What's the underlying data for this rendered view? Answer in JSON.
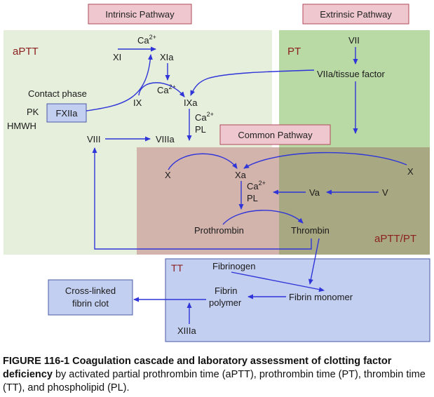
{
  "headers": {
    "intrinsic": "Intrinsic Pathway",
    "extrinsic": "Extrinsic Pathway",
    "common": "Common Pathway"
  },
  "regions": {
    "aptt": "aPTT",
    "pt": "PT",
    "aptt_pt": "aPTT/PT",
    "tt": "TT"
  },
  "nodes": {
    "xi": "XI",
    "xia": "XIa",
    "ca_1": "Ca",
    "ca_2": "Ca",
    "ca_3": "Ca",
    "ca_4": "Ca",
    "sup": "2+",
    "vii": "VII",
    "viia_tf": "VIIa/tissue factor",
    "contact_phase": "Contact phase",
    "pk": "PK",
    "hmwh": "HMWH",
    "fxiia": "FXIIa",
    "ix": "IX",
    "ixa": "IXa",
    "pl_1": "PL",
    "pl_2": "PL",
    "viii": "VIII",
    "viiia": "VIIIa",
    "x_left": "X",
    "xa": "Xa",
    "x_right": "X",
    "va": "Va",
    "v": "V",
    "prothrombin": "Prothrombin",
    "thrombin": "Thrombin",
    "fibrinogen": "Fibrinogen",
    "fibrin_monomer": "Fibrin monomer",
    "fibrin_polymer_1": "Fibrin",
    "fibrin_polymer_2": "polymer",
    "xiiia": "XIIIa",
    "clot_1": "Cross-linked",
    "clot_2": "fibrin clot"
  },
  "caption": {
    "bold": "FIGURE 116-1 Coagulation cascade and laboratory assessment of clotting factor deficiency",
    "rest": " by activated partial prothrombin time (aPTT), prothrombin time (PT), thrombin time (TT), and phospholipid (PL)."
  },
  "colors": {
    "aptt_region": "#e6efdc",
    "pt_region": "#b9d9a5",
    "common_region": "#d3b4ad",
    "overlap_region": "#a8a982",
    "tt_region": "#c3cff0",
    "header_box": "#efc7cf",
    "arrow": "#2f35d8",
    "region_label": "#8b2020"
  }
}
